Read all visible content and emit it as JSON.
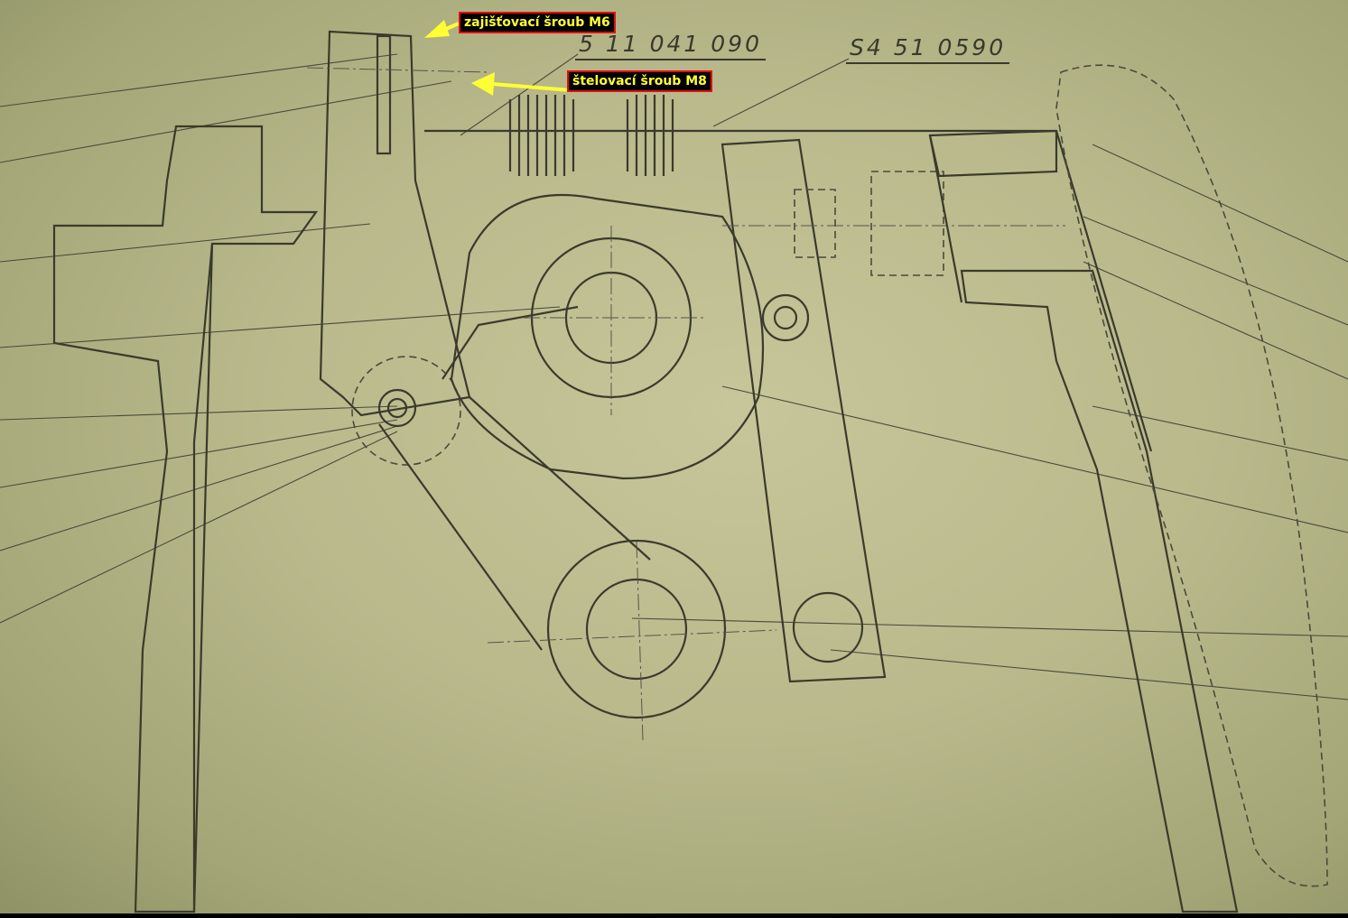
{
  "annotations": [
    {
      "text": "zajišťovací šroub M6",
      "color": "#ffff33"
    },
    {
      "text": "štelovací šroub M8",
      "color": "#ffff33"
    }
  ],
  "part_numbers": [
    "5 11 041 090",
    "S4 51 0590"
  ],
  "colors": {
    "paper": "#bcbc8e",
    "ink": "#3b3a2c",
    "label_bg": "#000000",
    "label_border": "#e01010",
    "arrow": "#ffff33"
  }
}
